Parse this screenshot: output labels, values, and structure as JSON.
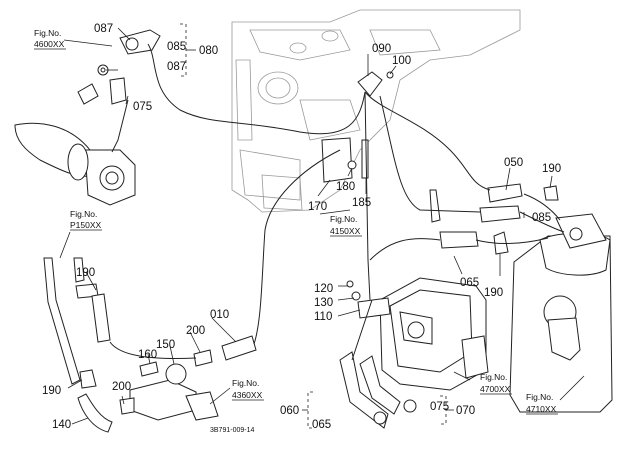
{
  "callouts": {
    "c087a": "087",
    "c085a": "085",
    "c087b": "087",
    "c080": "080",
    "c075a": "075",
    "c090": "090",
    "c100": "100",
    "c050": "050",
    "c190a": "190",
    "c085b": "085",
    "c180": "180",
    "c185": "185",
    "c170": "170",
    "c190b": "190",
    "c065a": "065",
    "c190c": "190",
    "c120": "120",
    "c130": "130",
    "c110": "110",
    "c010": "010",
    "c200a": "200",
    "c150": "150",
    "c160": "160",
    "c190d": "190",
    "c200b": "200",
    "c140": "140",
    "c060": "060",
    "c065b": "065",
    "c075b": "075",
    "c070": "070"
  },
  "figrefs": {
    "f4600_a": "Fig.No.",
    "f4600_b": "4600XX",
    "f4150_a": "Fig.No.",
    "f4150_b": "4150XX",
    "fP150_a": "Fig.No.",
    "fP150_b": "P150XX",
    "f4360_a": "Fig.No.",
    "f4360_b": "4360XX",
    "f4700_a": "Fig.No.",
    "f4700_b": "4700XX",
    "f4710_a": "Fig.No.",
    "f4710_b": "4710XX"
  },
  "caption": "3B791-009-14"
}
